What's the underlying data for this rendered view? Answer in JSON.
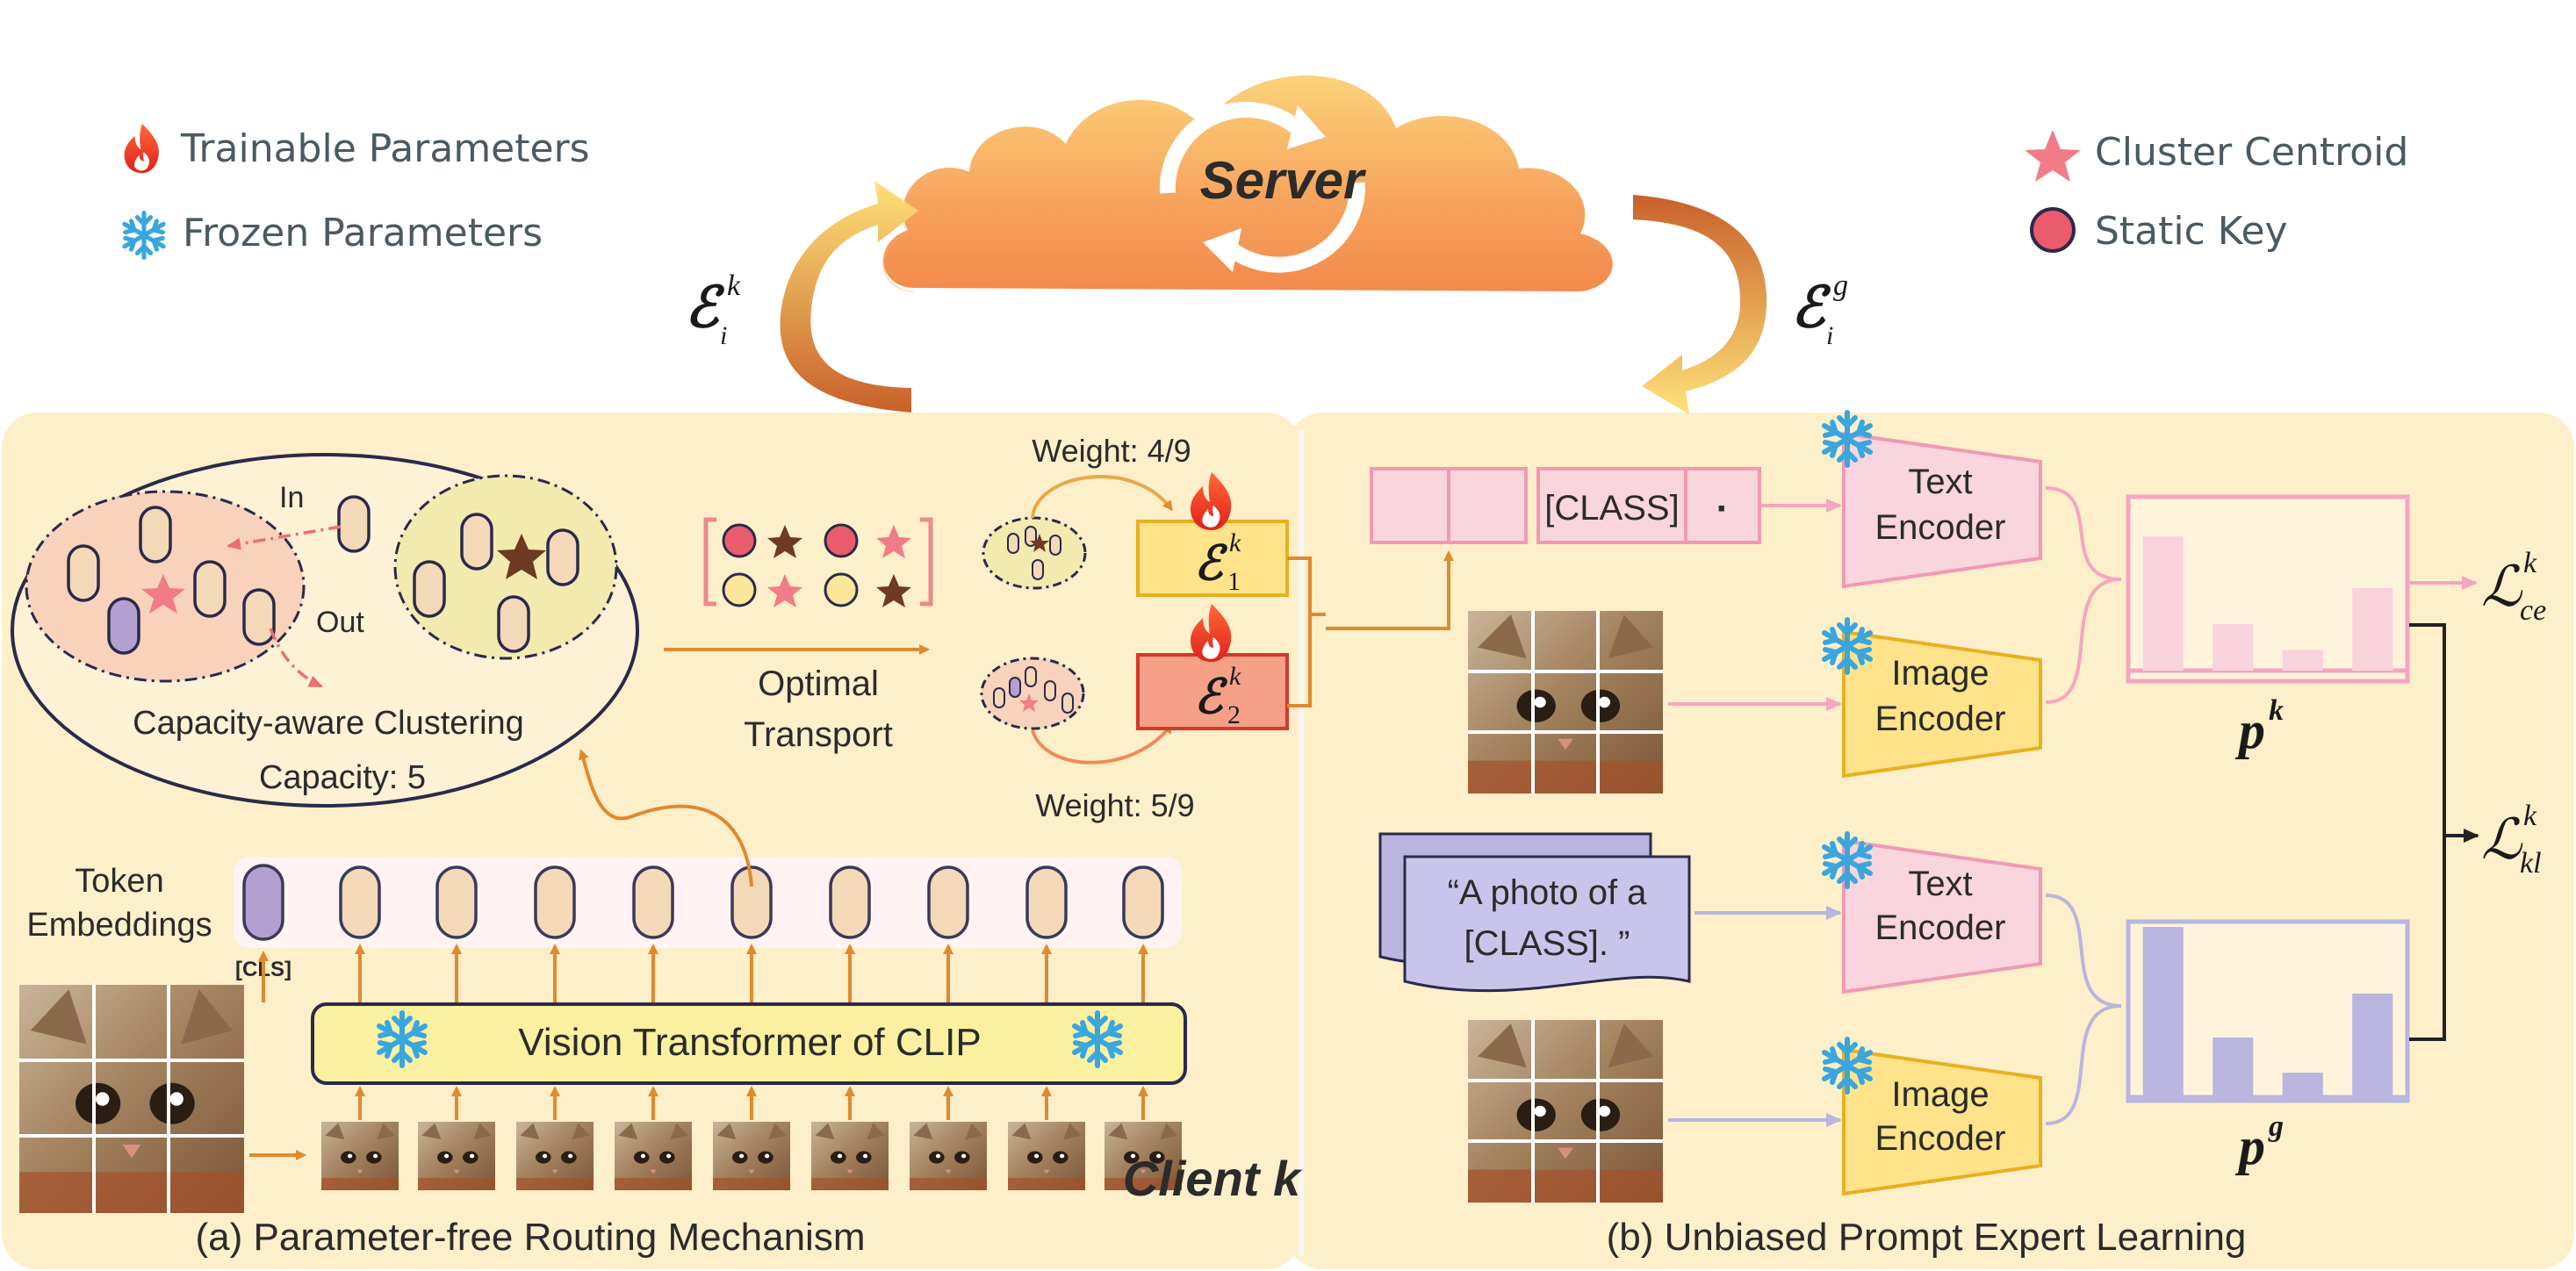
{
  "legend": {
    "trainable": "Trainable Parameters",
    "frozen": "Frozen Parameters",
    "centroid": "Cluster Centroid",
    "static_key": "Static Key"
  },
  "server": {
    "label": "Server"
  },
  "arrows": {
    "up_symbol": "ℰ",
    "up_sup": "k",
    "up_sub": "i",
    "down_symbol": "ℰ",
    "down_sup": "g",
    "down_sub": "i"
  },
  "left_panel": {
    "caption": "(a) Parameter-free Routing Mechanism",
    "client_label": "Client k",
    "clustering": {
      "title": "Capacity-aware Clustering",
      "capacity": "Capacity: 5",
      "in_label": "In",
      "out_label": "Out"
    },
    "optimal_transport": {
      "line1": "Optimal",
      "line2": "Transport"
    },
    "expert1": {
      "symbol": "ℰ",
      "sup": "k",
      "sub": "1",
      "weight": "Weight: 4/9"
    },
    "expert2": {
      "symbol": "ℰ",
      "sup": "k",
      "sub": "2",
      "weight": "Weight: 5/9"
    },
    "token_label_1": "Token",
    "token_label_2": "Embeddings",
    "cls_label": "[CLS]",
    "vit_label": "Vision Transformer of CLIP"
  },
  "right_panel": {
    "caption": "(b) Unbiased Prompt Expert Learning",
    "class_token": "[CLASS]",
    "dot": "·",
    "text_encoder_1": "Text",
    "text_encoder_2": "Encoder",
    "image_encoder_1": "Image",
    "image_encoder_2": "Encoder",
    "prompt_line1": "“A photo of a",
    "prompt_line2": "[CLASS]. ”",
    "pk_label": "p",
    "pk_sup": "k",
    "pg_label": "p",
    "pg_sup": "g",
    "loss_ce": {
      "symbol": "ℒ",
      "sup": "k",
      "sub": "ce"
    },
    "loss_kl": {
      "symbol": "ℒ",
      "sup": "k",
      "sub": "kl"
    }
  },
  "chart_data": [
    {
      "type": "bar",
      "name": "p^k",
      "values": [
        0.78,
        0.27,
        0.12,
        0.48
      ],
      "color": "#f8d3de"
    },
    {
      "type": "bar",
      "name": "p^g",
      "values": [
        0.97,
        0.34,
        0.14,
        0.59
      ],
      "color": "#b9b5df"
    }
  ],
  "colors": {
    "panel_bg": "#fdefc9",
    "arrow_orange": "#e08a2e",
    "pink": "#f4a6bf",
    "lavender": "#b9b5df",
    "token": "#f3d9b8",
    "expert1": "#ffe38a",
    "expert2": "#f6a088"
  }
}
